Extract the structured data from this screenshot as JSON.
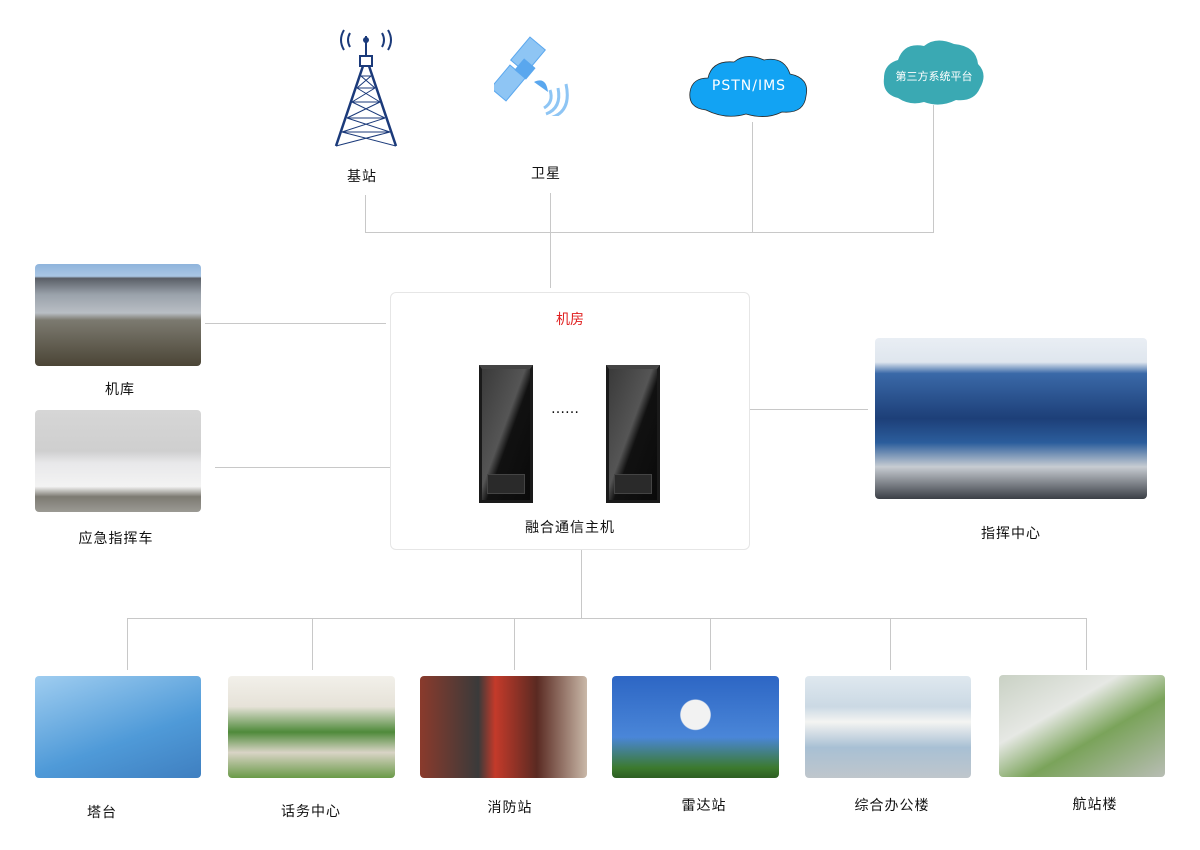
{
  "top": {
    "base_station": "基站",
    "satellite": "卫星",
    "pstn": "PSTN/IMS",
    "third_party": "第三方系统平台"
  },
  "center": {
    "room_title": "机房",
    "ellipsis": "……",
    "host_label": "融合通信主机"
  },
  "left": {
    "hangar": "机库",
    "emergency_vehicle": "应急指挥车"
  },
  "right": {
    "command_center": "指挥中心"
  },
  "bottom": [
    "塔台",
    "话务中心",
    "消防站",
    "雷达站",
    "综合办公楼",
    "航站楼"
  ],
  "colors": {
    "pstn_cloud": "#12a3f3",
    "third_cloud": "#3aa9b3",
    "room_title": "#e02020",
    "lines": "#c8c8c8"
  }
}
